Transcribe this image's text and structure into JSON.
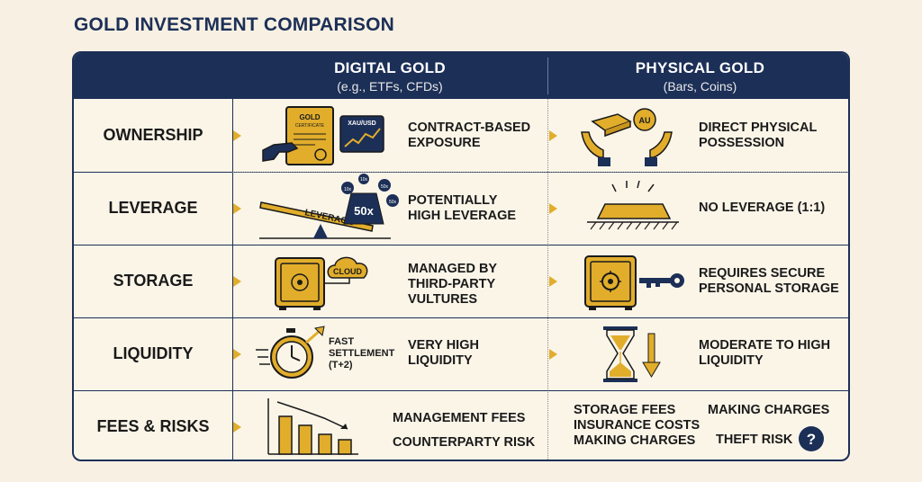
{
  "title": "GOLD INVESTMENT COMPARISON",
  "columns": {
    "digital": {
      "title": "DIGITAL GOLD",
      "subtitle": "(e.g., ETFs, CFDs)"
    },
    "physical": {
      "title": "PHYSICAL GOLD",
      "subtitle": "(Bars, Coins)"
    }
  },
  "rows": [
    {
      "label": "OWNERSHIP",
      "digital": [
        "CONTRACT-BASED",
        "EXPOSURE"
      ],
      "physical": [
        "DIRECT PHYSICAL",
        "POSSESSION"
      ]
    },
    {
      "label": "LEVERAGE",
      "digital": [
        "POTENTIALLY",
        "HIGH LEVERAGE"
      ],
      "physical": [
        "NO LEVERAGE (1:1)"
      ]
    },
    {
      "label": "STORAGE",
      "digital": [
        "MANAGED BY",
        "THIRD-PARTY",
        "VULTURES"
      ],
      "physical": [
        "REQUIRES SECURE",
        "PERSONAL STORAGE"
      ]
    },
    {
      "label": "LIQUIDITY",
      "digital": [
        "VERY HIGH",
        "LIQUIDITY"
      ],
      "physical": [
        "MODERATE TO HIGH",
        "LIQUIDITY"
      ]
    },
    {
      "label": "FEES & RISKS",
      "digital": [
        "MANAGEMENT FEES",
        "COUNTERPARTY RISK"
      ],
      "physical_left": [
        "STORAGE FEES",
        "INSURANCE COSTS",
        "MAKING CHARGES"
      ],
      "physical_right": [
        "MAKING CHARGES",
        "THEFT RISK"
      ]
    }
  ],
  "icon_labels": {
    "certificate": [
      "GOLD",
      "CERTIFICATE"
    ],
    "ticker": "XAU/USD",
    "coin": "AU",
    "leverage_beam": "LEVERAGE",
    "weight": "50x",
    "leverage_small": [
      "10x",
      "10x",
      "50x",
      "50x"
    ],
    "cloud": "CLOUD",
    "settlement": [
      "FAST",
      "SETTLEMENT",
      "(T+2)"
    ],
    "question": "?"
  },
  "colors": {
    "navy": "#1c2f57",
    "gold": "#e1ad2b",
    "background": "#f8f1e3"
  },
  "icons": [
    "certificate-hand-icon",
    "chart-monitor-icon",
    "hands-gold-icon",
    "seesaw-leverage-icon",
    "gold-bar-icon",
    "cloud-safe-icon",
    "safe-key-icon",
    "stopwatch-icon",
    "hourglass-icon",
    "declining-bars-icon",
    "question-icon"
  ]
}
